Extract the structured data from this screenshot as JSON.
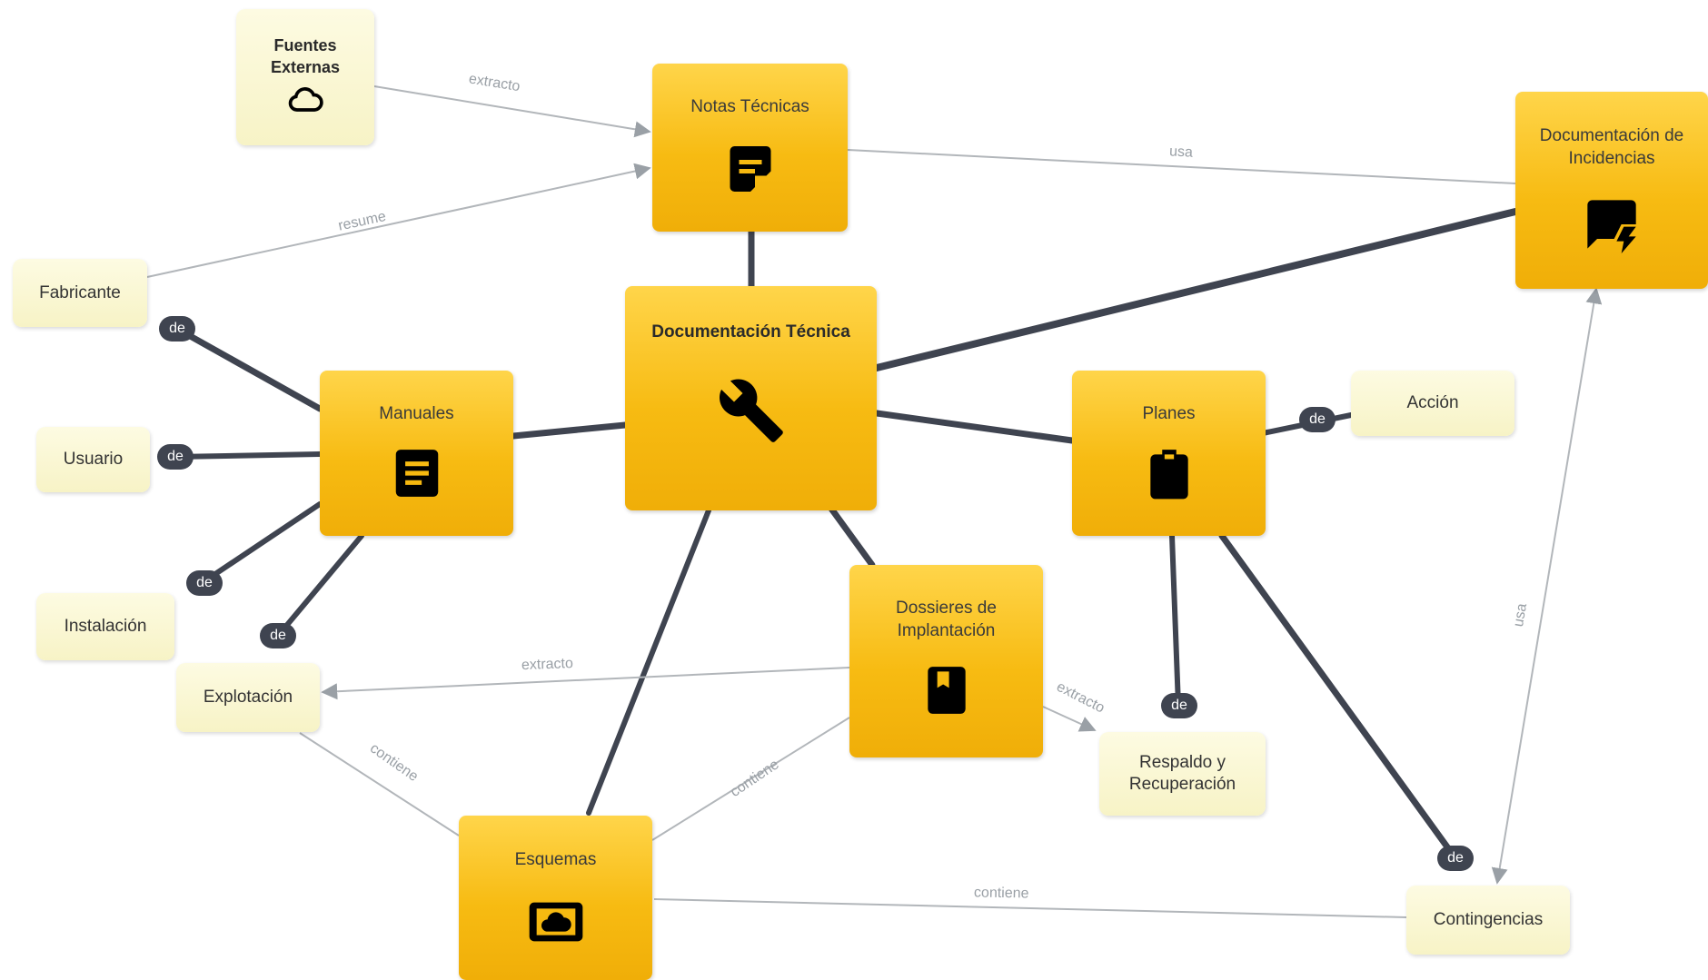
{
  "nodes": {
    "doc_tecnica": "Documentación Técnica",
    "notas_tecnicas": "Notas Técnicas",
    "doc_incidencias": "Documentación de Incidencias",
    "manuales": "Manuales",
    "planes": "Planes",
    "dossieres": "Dossieres de Implantación",
    "esquemas": "Esquemas",
    "fuentes_externas": "Fuentes Externas",
    "fabricante": "Fabricante",
    "usuario": "Usuario",
    "instalacion": "Instalación",
    "explotacion": "Explotación",
    "accion": "Acción",
    "respaldo": "Respaldo y Recuperación",
    "contingencias": "Contingencias"
  },
  "icons": {
    "doc_tecnica": "wrench-icon",
    "notas_tecnicas": "note-icon",
    "doc_incidencias": "chat-flash-icon",
    "manuales": "document-lines-icon",
    "planes": "clipboard-check-icon",
    "dossieres": "bookmark-book-icon",
    "esquemas": "cloud-screen-icon",
    "fuentes_externas": "cloud-icon"
  },
  "edge_labels": {
    "extracto": "extracto",
    "resume": "resume",
    "usa": "usa",
    "contiene": "contiene",
    "de": "de"
  },
  "colors": {
    "major_node": "#f7bb12",
    "minor_node": "#f7f3c6",
    "connector": "#3f4450",
    "arrow_line": "#9aa0a6"
  }
}
